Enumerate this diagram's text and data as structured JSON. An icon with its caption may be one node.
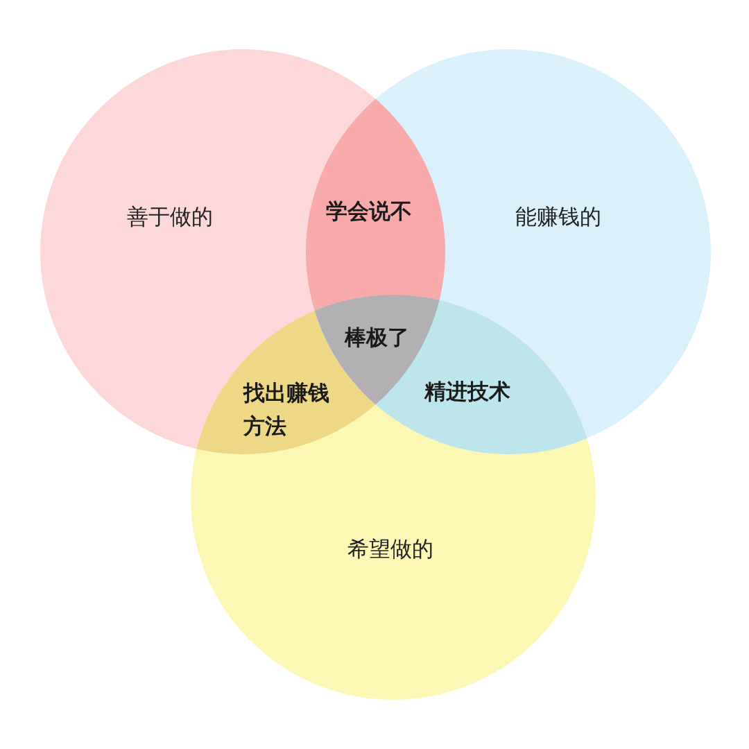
{
  "diagram": {
    "nodes": [
      {
        "text": [
          "善于做的"
        ]
      },
      {
        "text": [
          "能赚钱的"
        ]
      },
      {
        "text": [
          "希望做的"
        ]
      }
    ],
    "labels": [
      "学会说不",
      "棒极了",
      "找出赚钱方法",
      "精进技术"
    ]
  }
}
